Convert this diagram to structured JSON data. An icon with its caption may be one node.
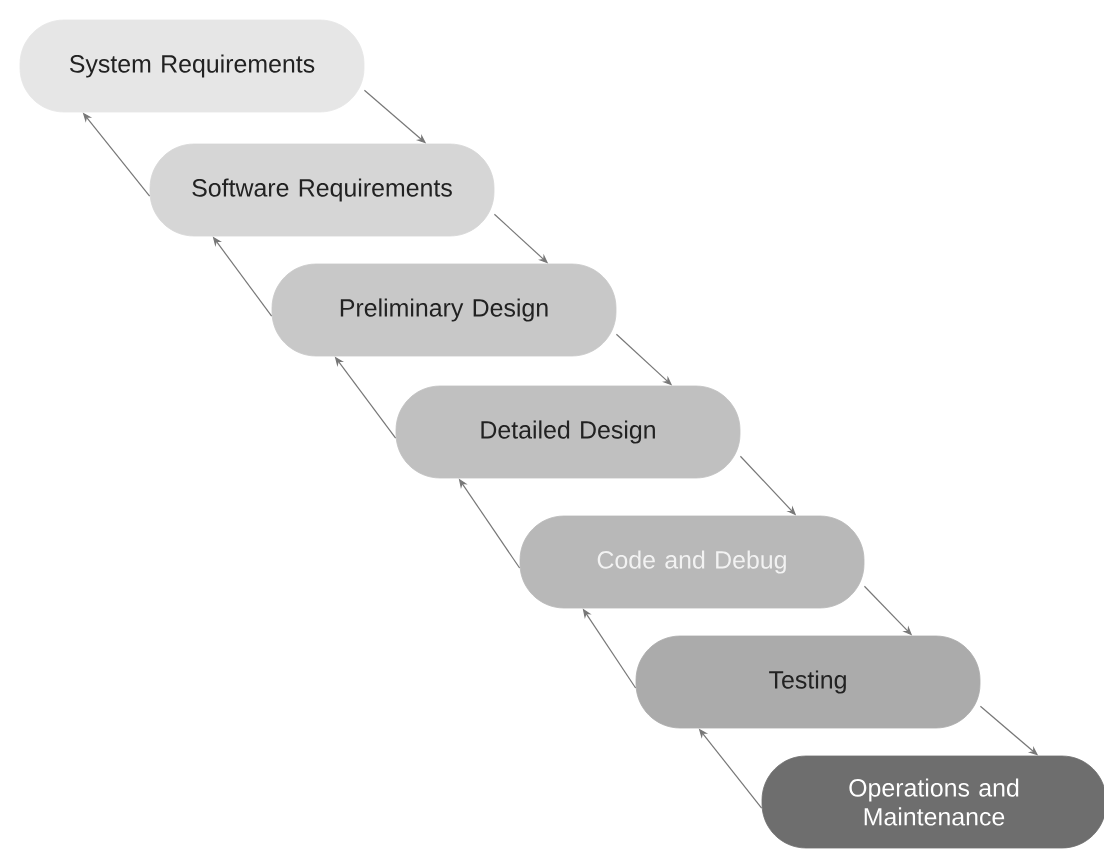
{
  "diagram": {
    "nodes": [
      {
        "text": [
          "System Requirements"
        ]
      },
      {
        "text": [
          "Software Requirements"
        ]
      },
      {
        "text": [
          "Preliminary Design"
        ]
      },
      {
        "text": [
          "Detailed Design"
        ]
      },
      {
        "text": [
          "Code and Debug"
        ]
      },
      {
        "text": [
          "Testing"
        ]
      },
      {
        "text": [
          "Operations and Maintenance"
        ]
      }
    ],
    "edges": [
      {
        "from": 0,
        "to": 1,
        "arrow": "to"
      },
      {
        "from": 1,
        "to": 2,
        "arrow": "to"
      },
      {
        "from": 2,
        "to": 3,
        "arrow": "to"
      },
      {
        "from": 3,
        "to": 4,
        "arrow": "to"
      },
      {
        "from": 4,
        "to": 5,
        "arrow": "to"
      },
      {
        "from": 5,
        "to": 6,
        "arrow": "to"
      },
      {
        "from": 1,
        "to": 0,
        "arrow": "to"
      },
      {
        "from": 2,
        "to": 1,
        "arrow": "to"
      },
      {
        "from": 3,
        "to": 2,
        "arrow": "to"
      },
      {
        "from": 4,
        "to": 3,
        "arrow": "to"
      },
      {
        "from": 5,
        "to": 4,
        "arrow": "to"
      },
      {
        "from": 6,
        "to": 5,
        "arrow": "to"
      }
    ]
  }
}
